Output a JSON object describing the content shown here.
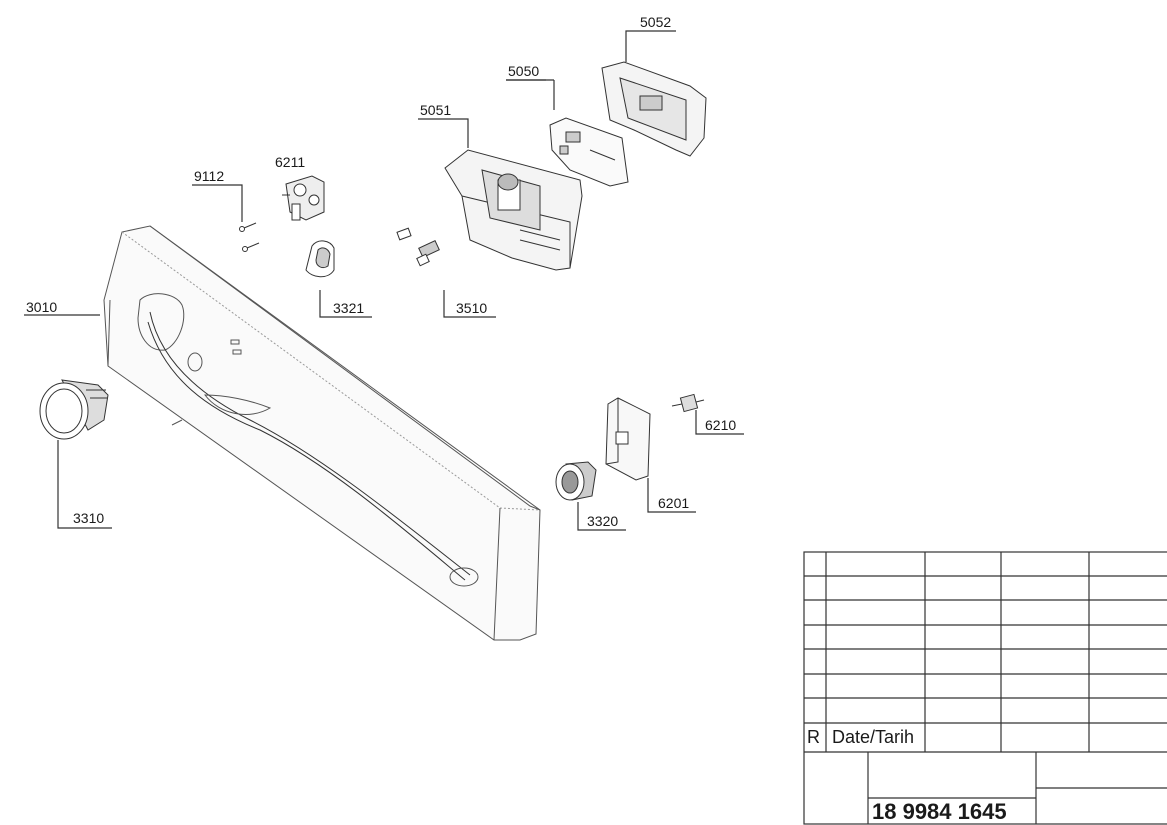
{
  "callouts": {
    "c5052": "5052",
    "c5050": "5050",
    "c5051": "5051",
    "c6211": "6211",
    "c9112": "9112",
    "c3010": "3010",
    "c3321": "3321",
    "c3510": "3510",
    "c6210": "6210",
    "c6201": "6201",
    "c3310": "3310",
    "c3320": "3320"
  },
  "title_block": {
    "rev_marker": "R",
    "date_label": "Date/Tarih",
    "part_number": "18 9984 1645"
  }
}
